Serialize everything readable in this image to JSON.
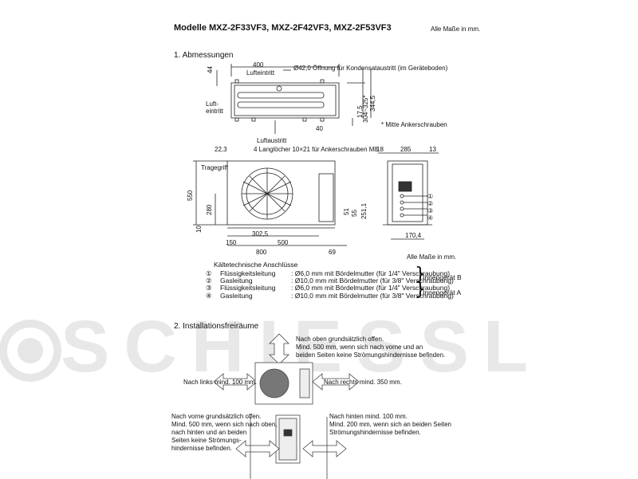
{
  "header": {
    "title": "Modelle MXZ-2F33VF3, MXZ-2F42VF3, MXZ-2F53VF3",
    "units_top": "Alle Maße in mm."
  },
  "section1": {
    "heading": "1. Abmessungen",
    "top_view": {
      "dim_width": "400",
      "luft_eintritt": "Lufteintritt",
      "opening_note": "Ø42,0 Öffnung für Kondensataustritt (im Geräteboden)",
      "dim_44": "44",
      "dim_17_5": "17,5",
      "dim_304_325": "304~325*",
      "dim_344_5": "344,5",
      "dim_40": "40",
      "luft_left_1": "Luft-",
      "luft_left_2": "eintritt",
      "luft_austritt": "Luftaustritt",
      "mitte_note": "* Mitte Ankerschrauben",
      "holes_note": "4 Langlöcher 10×21 für Ankerschrauben M8"
    },
    "front_view": {
      "dim_22_3": "22,3",
      "tragegriff": "Tragegriff",
      "dim_550": "550",
      "dim_280": "280",
      "dim_10": "10",
      "dim_302_5": "302,5",
      "dim_150": "150",
      "dim_500": "500",
      "dim_800": "800",
      "dim_69": "69",
      "dim_51": "51",
      "dim_251_1": "251,1",
      "dim_55": "55"
    },
    "side_view": {
      "dim_18": "18",
      "dim_285": "285",
      "dim_13": "13",
      "dim_170_4": "170,4",
      "ports": [
        "①",
        "②",
        "③",
        "④"
      ]
    },
    "units_bottom": "Alle Maße in mm.",
    "connections": {
      "heading": "Kältetechnische Anschlüsse",
      "rows": [
        {
          "num": "①",
          "name": "Flüssigkeitsleitung",
          "spec": ": Ø6,0 mm mit Bördelmutter (für 1/4\" Verschraubung)"
        },
        {
          "num": "②",
          "name": "Gasleitung",
          "spec": ": Ø10,0 mm mit Bördelmutter (für 3/8\" Verschraubung)"
        },
        {
          "num": "③",
          "name": "Flüssigkeitsleitung",
          "spec": ": Ø6,0 mm mit Bördelmutter (für 1/4\" Verschraubung)"
        },
        {
          "num": "④",
          "name": "Gasleitung",
          "spec": ": Ø10,0 mm mit Bördelmutter (für 3/8\" Verschraubung)"
        }
      ],
      "group_b": "Innengerät B",
      "group_a": "Innengerät A"
    }
  },
  "section2": {
    "heading": "2. Installationsfreiräume",
    "top": [
      "Nach oben grundsätzlich offen.",
      "Mind. 500 mm, wenn sich nach vorne und an",
      "beiden Seiten keine Strömungshindernisse befinden."
    ],
    "left": "Nach links mind. 100 mm.",
    "right": "Nach rechts mind. 350 mm.",
    "front": [
      "Nach vorne grundsätzlich offen.",
      "Mind. 500 mm, wenn sich nach oben,",
      "nach hinten und an beiden",
      "Seiten keine Strömungs-",
      "hindernisse befinden."
    ],
    "back": [
      "Nach hinten mind. 100 mm.",
      "Mind. 200 mm, wenn sich an beiden Seiten",
      "Strömungshindernisse befinden."
    ]
  },
  "watermark": {
    "text": "SCHIESSL"
  }
}
